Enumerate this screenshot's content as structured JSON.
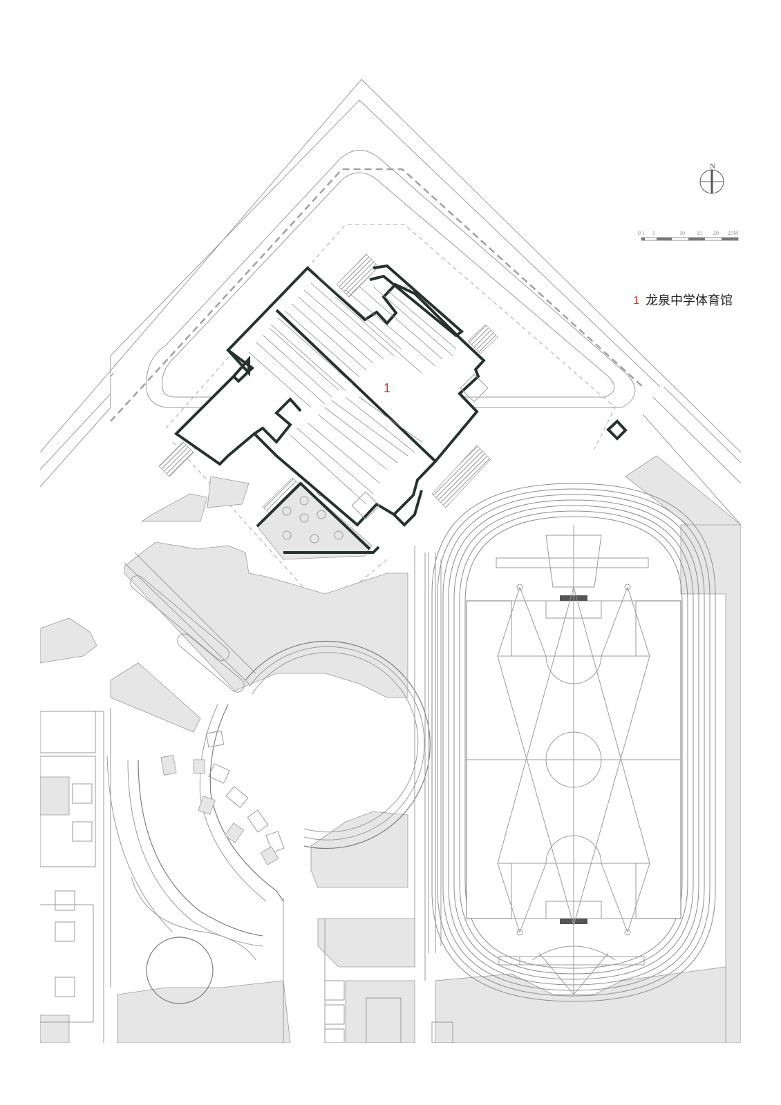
{
  "legend": {
    "number": "1",
    "name": "龙泉中学体育馆"
  },
  "building_label": "1",
  "north_arrow": {
    "letter": "N"
  },
  "scale_bar": {
    "ticks": [
      "0",
      "1",
      "5",
      "10",
      "15",
      "20",
      "25M"
    ]
  },
  "colors": {
    "building_outline": "#24332f",
    "label_accent": "#d0331f",
    "paved_grey": "#e6e6e6",
    "linework": "#9a9a9a"
  }
}
